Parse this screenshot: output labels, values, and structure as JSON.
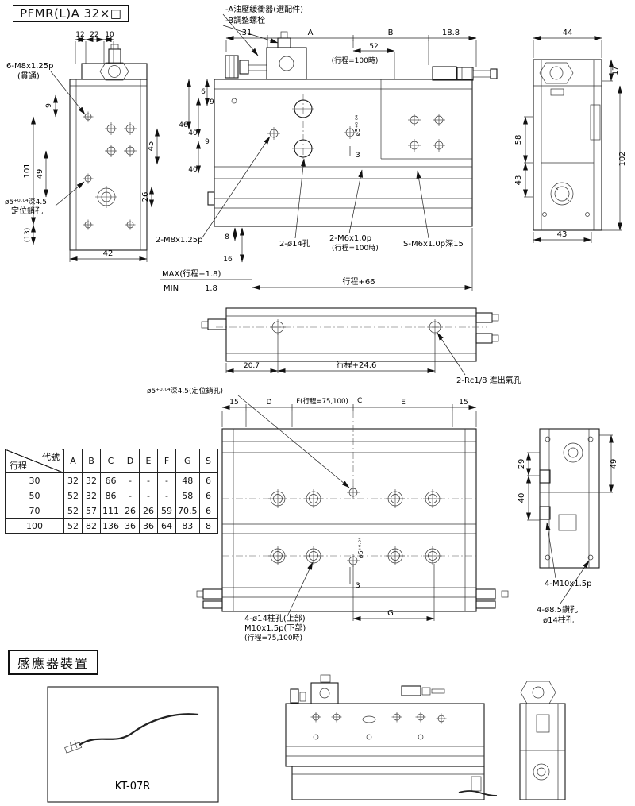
{
  "title": "PFMR(L)A 32×□",
  "top_labels": {
    "buffer": "-A油壓緩衝器(選配件)",
    "bolt": "-B調整螺栓"
  },
  "left_view": {
    "d12": "12",
    "d22": "22",
    "d10": "10",
    "thread": "6-M8x1.25p",
    "through": "(貫通)",
    "d9": "9",
    "d101": "101",
    "d49": "49",
    "d13": "(13)",
    "d45": "45",
    "d26": "26",
    "d42": "42",
    "pin_dia": "ø5⁺⁰·⁰⁴深4.5",
    "pin_name": "定位銷孔",
    "thread2": "2-M8x1.25p"
  },
  "main_view": {
    "d31": "31",
    "dA": "A",
    "dB": "B",
    "d188": "18.8",
    "d52": "52",
    "d52_note": "(行程=100時)",
    "d6": "6",
    "d9a": "9",
    "d46": "46",
    "d40a": "40",
    "d9b": "9",
    "d40b": "40",
    "pin_dia": "ø5⁺⁰·⁰⁴",
    "d3": "3",
    "holes14": "2-ø14孔",
    "thread_m6": "2-M6x1.0p",
    "thread_m6_note": "(行程=100時)",
    "thread_sm6": "S-M6x1.0p深15",
    "d8": "8",
    "d16": "16",
    "max": "MAX(行程+1.8)",
    "min_label": "MIN",
    "min_val": "1.8",
    "stroke66": "行程+66"
  },
  "right_view": {
    "d44": "44",
    "d17": "17",
    "d58": "58",
    "d102": "102",
    "d43a": "43",
    "d43b": "43"
  },
  "top_view": {
    "d207": "20.7",
    "stroke246": "行程+24.6",
    "port": "2-Rc1/8 進出氣孔"
  },
  "bottom_view": {
    "pin": "ø5⁺⁰·⁰⁴深4.5(定位銷孔)",
    "d15a": "15",
    "dD": "D",
    "dF": "F(行程=75,100)",
    "dC": "C",
    "dE": "E",
    "d15b": "15",
    "pin_dia": "ø5⁺⁰·⁰⁴",
    "d3": "3",
    "dG": "G",
    "hole_note1": "4-ø14柱孔(上部)",
    "hole_note2": "M10x1.5p(下部)",
    "hole_note3": "(行程=75,100時)"
  },
  "bottom_right_view": {
    "d29": "29",
    "d40": "40",
    "d49": "49",
    "thread": "4-M10x1.5p",
    "drill": "4-ø8.5鑽孔",
    "counterbore": "ø14柱孔"
  },
  "table": {
    "header_code": "代號",
    "header_stroke": "行程",
    "columns": [
      "A",
      "B",
      "C",
      "D",
      "E",
      "F",
      "G",
      "S"
    ],
    "rows": [
      {
        "stroke": "30",
        "values": [
          "32",
          "32",
          "66",
          "-",
          "-",
          "-",
          "48",
          "6"
        ]
      },
      {
        "stroke": "50",
        "values": [
          "52",
          "32",
          "86",
          "-",
          "-",
          "-",
          "58",
          "6"
        ]
      },
      {
        "stroke": "70",
        "values": [
          "52",
          "57",
          "111",
          "26",
          "26",
          "59",
          "70.5",
          "6"
        ]
      },
      {
        "stroke": "100",
        "values": [
          "52",
          "82",
          "136",
          "36",
          "36",
          "64",
          "83",
          "8"
        ]
      }
    ]
  },
  "sensor": {
    "heading": "感應器裝置",
    "model": "KT-07R"
  }
}
